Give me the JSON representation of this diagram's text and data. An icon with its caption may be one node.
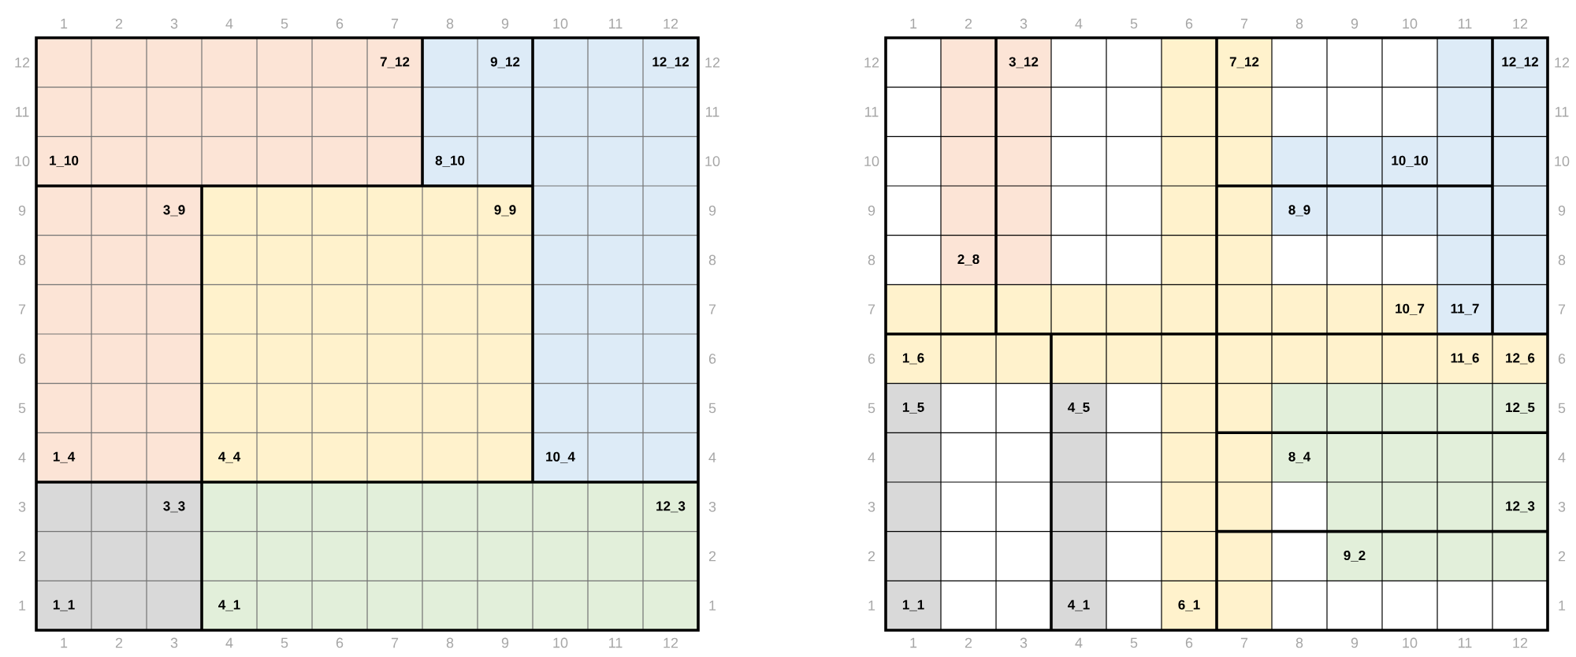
{
  "diagram": {
    "labels": [
      "1",
      "2",
      "3",
      "4",
      "5",
      "6",
      "7",
      "8",
      "9",
      "10",
      "11",
      "12",
      "12",
      "7_12",
      "9_12",
      "12_12",
      "12",
      "11",
      "11",
      "10",
      "1_10",
      "8_10",
      "10",
      "9",
      "3_9",
      "9_9",
      "9",
      "8",
      "8",
      "7",
      "7",
      "6",
      "6",
      "5",
      "5",
      "4",
      "1_4",
      "4_4",
      "10_4",
      "4",
      "3",
      "3_3",
      "12_3",
      "3",
      "2",
      "2",
      "1",
      "1_1",
      "4_1",
      "1",
      "1",
      "2",
      "3",
      "4",
      "5",
      "6",
      "7",
      "8",
      "9",
      "10",
      "11",
      "12",
      "1",
      "2",
      "3",
      "4",
      "5",
      "6",
      "7",
      "8",
      "9",
      "10",
      "11",
      "12",
      "12",
      "3_12",
      "7_12",
      "12_12",
      "12",
      "11",
      "11",
      "10",
      "10_10",
      "10",
      "9",
      "8_9",
      "9",
      "8",
      "2_8",
      "8",
      "7",
      "10_7",
      "11_7",
      "7",
      "6",
      "1_6",
      "11_6",
      "12_6",
      "6",
      "5",
      "1_5",
      "4_5",
      "12_5",
      "5",
      "4",
      "8_4",
      "4",
      "3",
      "12_3",
      "3",
      "2",
      "9_2",
      "2",
      "1",
      "1_1",
      "4_1",
      "6_1",
      "1",
      "1",
      "2",
      "3",
      "4",
      "5",
      "6",
      "7",
      "8",
      "9",
      "10",
      "11",
      "12"
    ]
  }
}
